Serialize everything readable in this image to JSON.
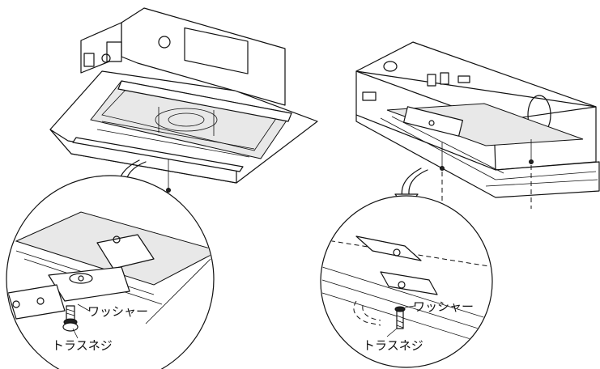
{
  "left_panel": {
    "washer_label": "ワッシャー",
    "screw_label": "トラスネジ"
  },
  "right_panel": {
    "washer_label": "ワッシャー",
    "screw_label": "トラスネジ"
  }
}
